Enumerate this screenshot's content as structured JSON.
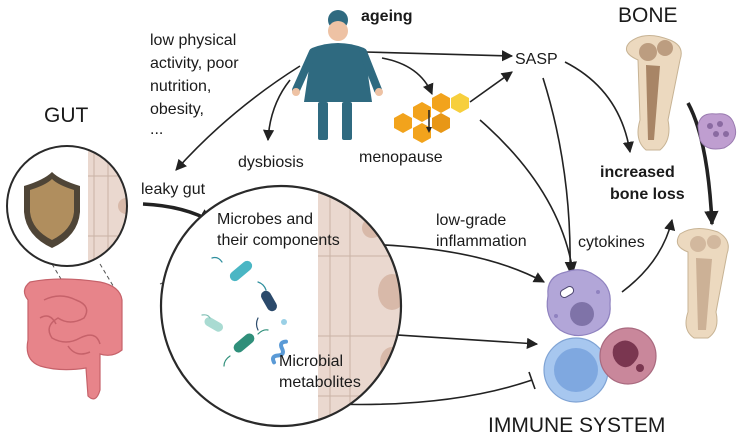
{
  "labels": {
    "ageing": "ageing",
    "bone": "BONE",
    "gut": "GUT",
    "immune": "IMMUNE SYSTEM",
    "risk1": "low physical",
    "risk2": "activity, poor",
    "risk3": "nutrition,",
    "risk4": "obesity,",
    "risk5": "...",
    "sasp": "SASP",
    "menopause": "menopause",
    "dysbiosis": "dysbiosis",
    "leaky_gut": "leaky gut",
    "microbes1": "Microbes and",
    "microbes2": "their components",
    "metab1": "Microbial",
    "metab2": "metabolites",
    "lowgrade1": "low-grade",
    "lowgrade2": "inflammation",
    "cytokines": "cytokines",
    "boneloss1": "increased",
    "boneloss2": "bone loss"
  },
  "colors": {
    "person": "#2f6a80",
    "skin": "#eec2a4",
    "hormone_orange": "#f2a31c",
    "hormone_yellow": "#f7cf3d",
    "bone_beige": "#ecd9bf",
    "bone_spongy": "#9c7556",
    "villi": "#ead8cf",
    "intestine": "#e7848a",
    "shield": "#b08e5e",
    "immune_purple": "#b2a6d8",
    "immune_blue": "#a7c7ef",
    "immune_pink": "#c9879b",
    "osteoclast": "#bf9ed0"
  },
  "icons": [
    "person-icon",
    "hormone-icon",
    "shield-icon",
    "bacteria-icon",
    "intestine-icon",
    "bone-icon",
    "osteoclast-icon",
    "immune-cell-icon"
  ]
}
